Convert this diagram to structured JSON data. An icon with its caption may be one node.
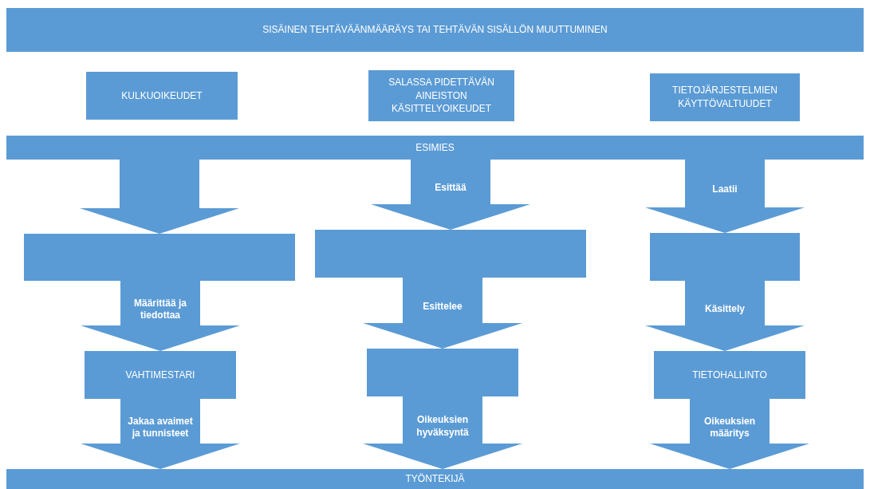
{
  "diagram": {
    "nodes": [
      {
        "text": [
          "SISÄINEN TEHTÄVÄÄNMÄÄRÄYS  TAI TEHTÄVÄN SISÄLLÖN MUUTTUMINEN"
        ]
      },
      {
        "text": [
          "KULKUOIKEUDET"
        ]
      },
      {
        "text": [
          "SALASSA PIDETTÄVÄN AINEISTON KÄSITTELYOIKEUDET"
        ]
      },
      {
        "text": [
          "TIETOJÄRJESTELMIEN KÄYTTÖVALTUUDET"
        ]
      },
      {
        "text": [
          "ESIMIES"
        ]
      },
      {
        "text": [],
        "shape": "box"
      },
      {
        "text": [],
        "shape": "box"
      },
      {
        "text": [],
        "shape": "box"
      },
      {
        "text": [
          "VAHTIMESTARI"
        ]
      },
      {
        "text": [],
        "shape": "box"
      },
      {
        "text": [
          "TIETOHALLINTO"
        ]
      },
      {
        "text": [
          "TYÖNTEKIJÄ"
        ]
      }
    ],
    "edges": [
      {
        "from": 4,
        "to": 5,
        "arrow": "to"
      },
      {
        "from": 4,
        "to": 6,
        "arrow": "to",
        "label": "Esittää"
      },
      {
        "from": 4,
        "to": 7,
        "arrow": "to",
        "label": "Laatii"
      },
      {
        "from": 5,
        "to": 8,
        "arrow": "to",
        "label": "Määrittää ja tiedottaa"
      },
      {
        "from": 6,
        "to": 9,
        "arrow": "to",
        "label": "Esittelee"
      },
      {
        "from": 7,
        "to": 10,
        "arrow": "to",
        "label": "Käsittely"
      },
      {
        "from": 8,
        "to": 11,
        "arrow": "to",
        "label": "Jakaa avaimet ja tunnisteet"
      },
      {
        "from": 9,
        "to": 11,
        "arrow": "to",
        "label": "Oikeuksien hyväksyntä"
      },
      {
        "from": 10,
        "to": 11,
        "arrow": "to",
        "label": "Oikeuksien määritys"
      }
    ]
  }
}
